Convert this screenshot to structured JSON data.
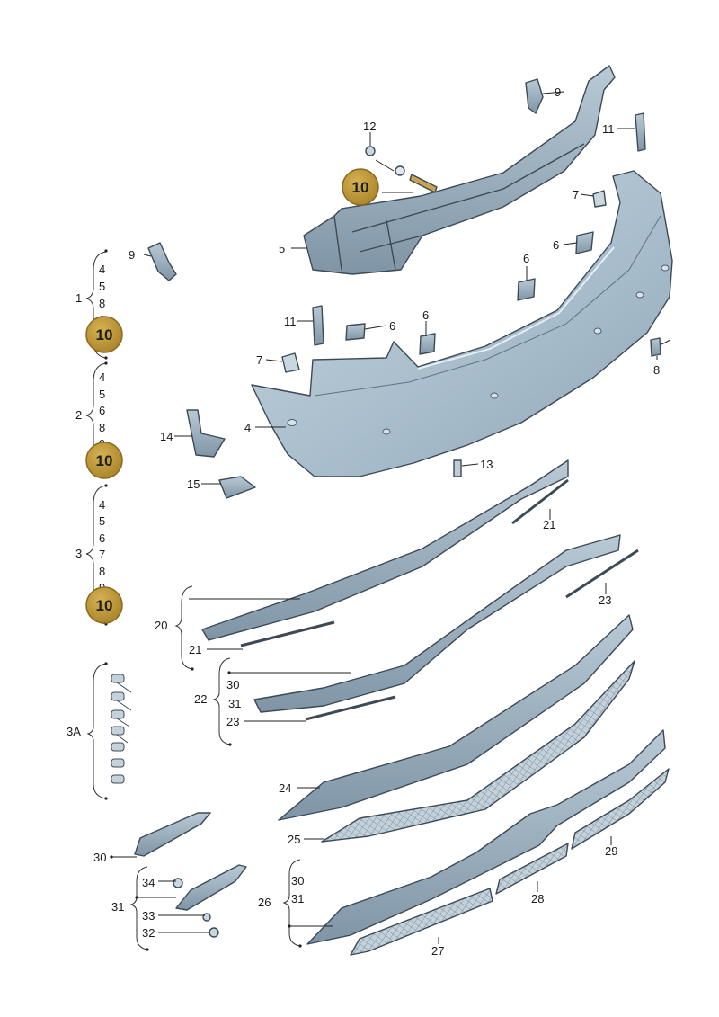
{
  "colors": {
    "part_fill": "#a9bcc9",
    "part_fill_light": "#c9d7e0",
    "part_fill_dark": "#7e93a3",
    "badge_fill": "#b8912f",
    "badge_ring": "#8a6a1c",
    "badge_text": "#1f1f1f"
  },
  "callouts": [
    {
      "id": "c9a",
      "text": "9"
    },
    {
      "id": "c11a",
      "text": "11"
    },
    {
      "id": "c12",
      "text": "12"
    },
    {
      "id": "c5a",
      "text": "5"
    },
    {
      "id": "c7a",
      "text": "7"
    },
    {
      "id": "c6a",
      "text": "6"
    },
    {
      "id": "c6b",
      "text": "6"
    },
    {
      "id": "c9b",
      "text": "9"
    },
    {
      "id": "c11b",
      "text": "11"
    },
    {
      "id": "c6c",
      "text": "6"
    },
    {
      "id": "c6d",
      "text": "6"
    },
    {
      "id": "c7b",
      "text": "7"
    },
    {
      "id": "c8",
      "text": "8"
    },
    {
      "id": "c4",
      "text": "4"
    },
    {
      "id": "c14",
      "text": "14"
    },
    {
      "id": "c13",
      "text": "13"
    },
    {
      "id": "c15",
      "text": "15"
    },
    {
      "id": "c21a",
      "text": "21"
    },
    {
      "id": "c20",
      "text": "20"
    },
    {
      "id": "c21b",
      "text": "21"
    },
    {
      "id": "c23a",
      "text": "23"
    },
    {
      "id": "c22",
      "text": "22"
    },
    {
      "id": "c30a",
      "text": "30"
    },
    {
      "id": "c31a",
      "text": "31"
    },
    {
      "id": "c23b",
      "text": "23"
    },
    {
      "id": "c24",
      "text": "24"
    },
    {
      "id": "c25",
      "text": "25"
    },
    {
      "id": "c29",
      "text": "29"
    },
    {
      "id": "c30b",
      "text": "30"
    },
    {
      "id": "c34",
      "text": "34"
    },
    {
      "id": "c31b",
      "text": "31"
    },
    {
      "id": "c33",
      "text": "33"
    },
    {
      "id": "c32",
      "text": "32"
    },
    {
      "id": "c30c",
      "text": "30"
    },
    {
      "id": "c26",
      "text": "26"
    },
    {
      "id": "c31c",
      "text": "31"
    },
    {
      "id": "c28",
      "text": "28"
    },
    {
      "id": "c27",
      "text": "27"
    },
    {
      "id": "c3A",
      "text": "3A"
    }
  ],
  "badges": [
    {
      "id": "b-top",
      "text": "10"
    },
    {
      "id": "b1",
      "text": "10"
    },
    {
      "id": "b2",
      "text": "10"
    },
    {
      "id": "b3",
      "text": "10"
    }
  ],
  "groups": [
    {
      "id": "g1",
      "label": "1",
      "items": [
        "4",
        "5",
        "8",
        "9"
      ]
    },
    {
      "id": "g2",
      "label": "2",
      "items": [
        "4",
        "5",
        "6",
        "8",
        "9"
      ]
    },
    {
      "id": "g3",
      "label": "3",
      "items": [
        "4",
        "5",
        "6",
        "7",
        "8",
        "9"
      ]
    }
  ]
}
